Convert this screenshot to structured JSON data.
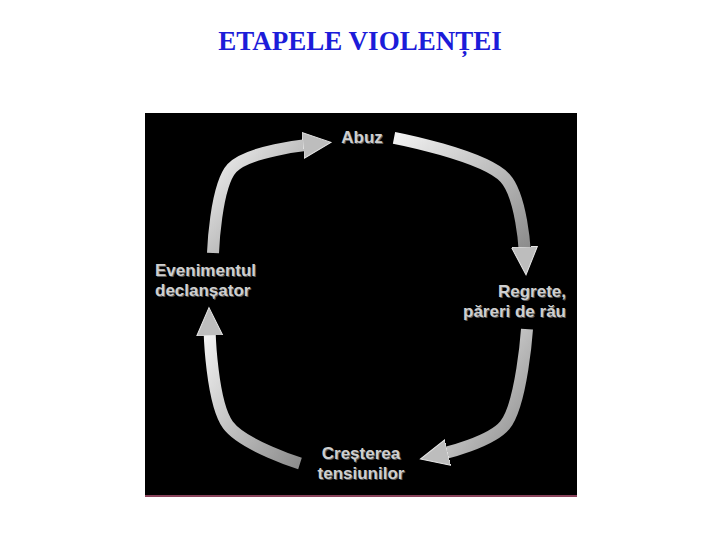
{
  "diagram": {
    "title": "ETAPELE VIOLENȚEI",
    "nodes": [
      {
        "text": [
          "Abuz"
        ]
      },
      {
        "text": [
          "Regrete, păreri de rău"
        ]
      },
      {
        "text": [
          "Creșterea tensiunilor"
        ]
      },
      {
        "text": [
          "Evenimentul declanșator"
        ]
      }
    ],
    "edges": [
      {
        "from": 0,
        "to": 1,
        "arrow": "to"
      },
      {
        "from": 1,
        "to": 2,
        "arrow": "to"
      },
      {
        "from": 2,
        "to": 3,
        "arrow": "to"
      },
      {
        "from": 3,
        "to": 0,
        "arrow": "to"
      }
    ]
  }
}
